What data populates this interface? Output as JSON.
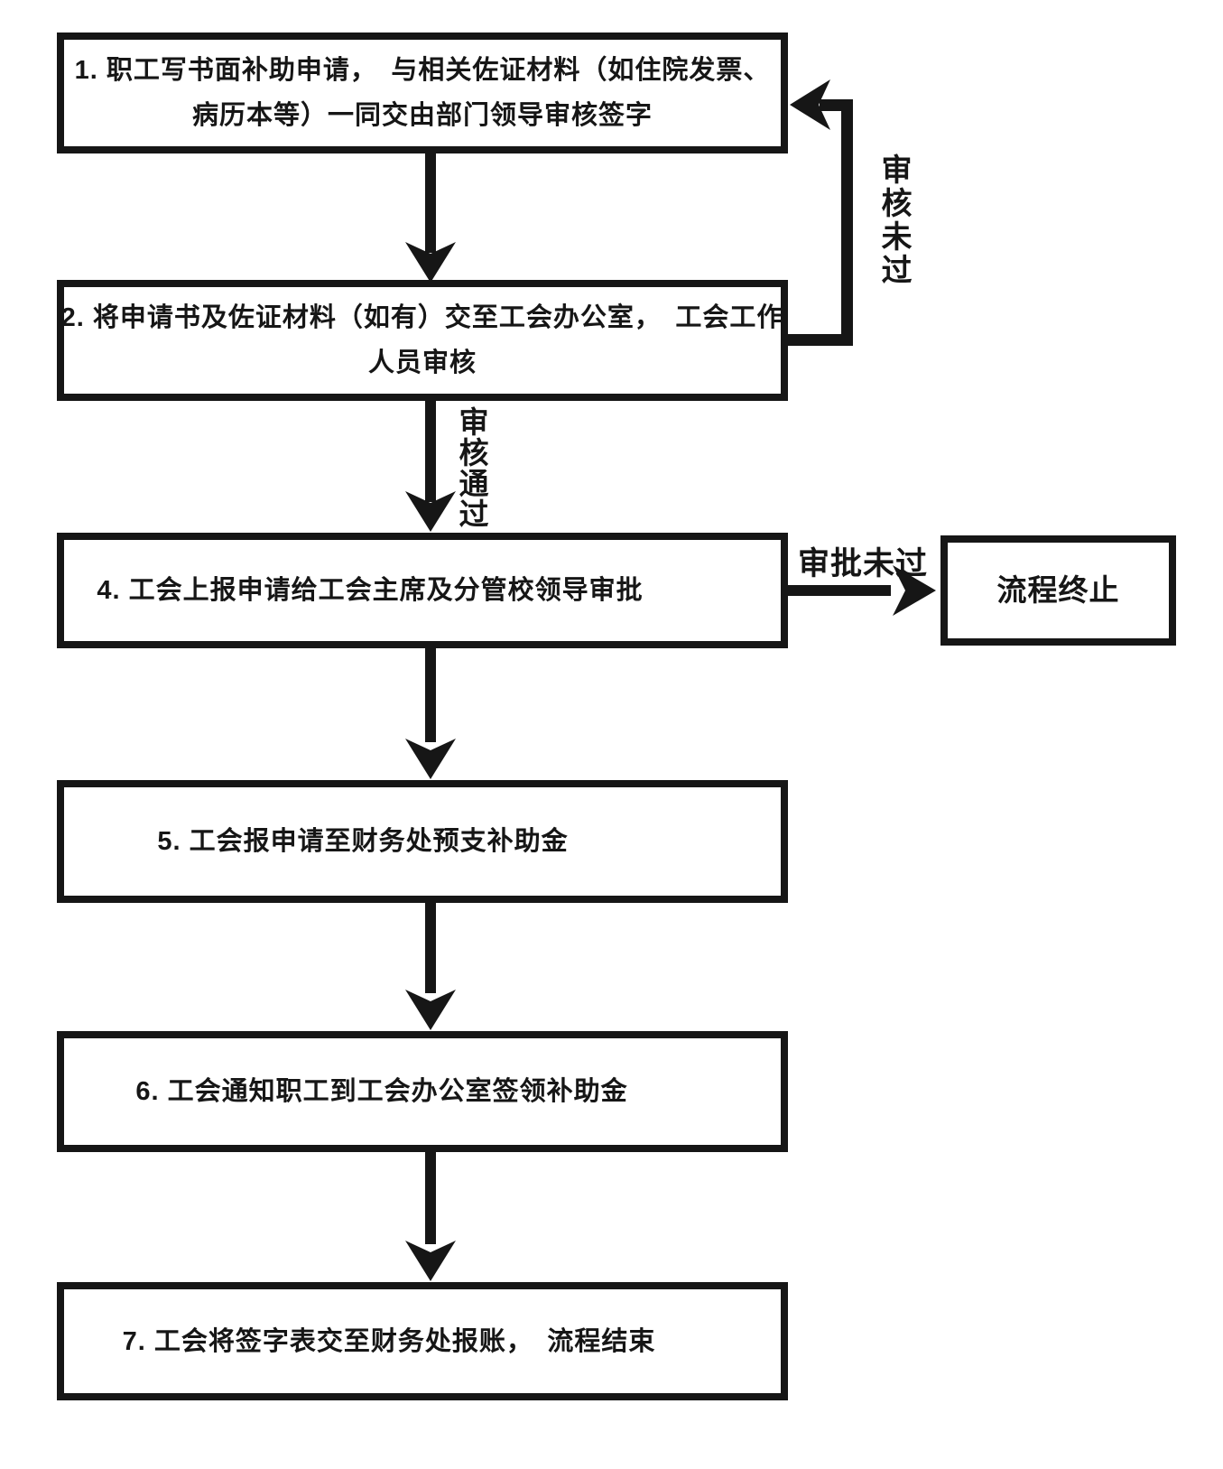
{
  "colors": {
    "ink": "#161616",
    "background": "#ffffff"
  },
  "flowchart": {
    "boxes": {
      "step1": {
        "line1": "1. 职工写书面补助申请，　与相关佐证材料（如住院发票、",
        "line2": "病历本等）一同交由部门领导审核签字"
      },
      "step2": {
        "line1": "2. 将申请书及佐证材料（如有）交至工会办公室，　工会工作",
        "line2": "人员审核"
      },
      "step4": {
        "text": "4. 工会上报申请给工会主席及分管校领导审批"
      },
      "terminate": {
        "text": "流程终止"
      },
      "step5": {
        "text": "5. 工会报申请至财务处预支补助金"
      },
      "step6": {
        "text": "6. 工会通知职工到工会办公室签领补助金"
      },
      "step7": {
        "text": "7. 工会将签字表交至财务处报账，　流程结束"
      }
    },
    "edge_labels": {
      "review_fail": "审核未过",
      "review_pass": "审核通过",
      "approve_fail": "审批未过"
    }
  }
}
